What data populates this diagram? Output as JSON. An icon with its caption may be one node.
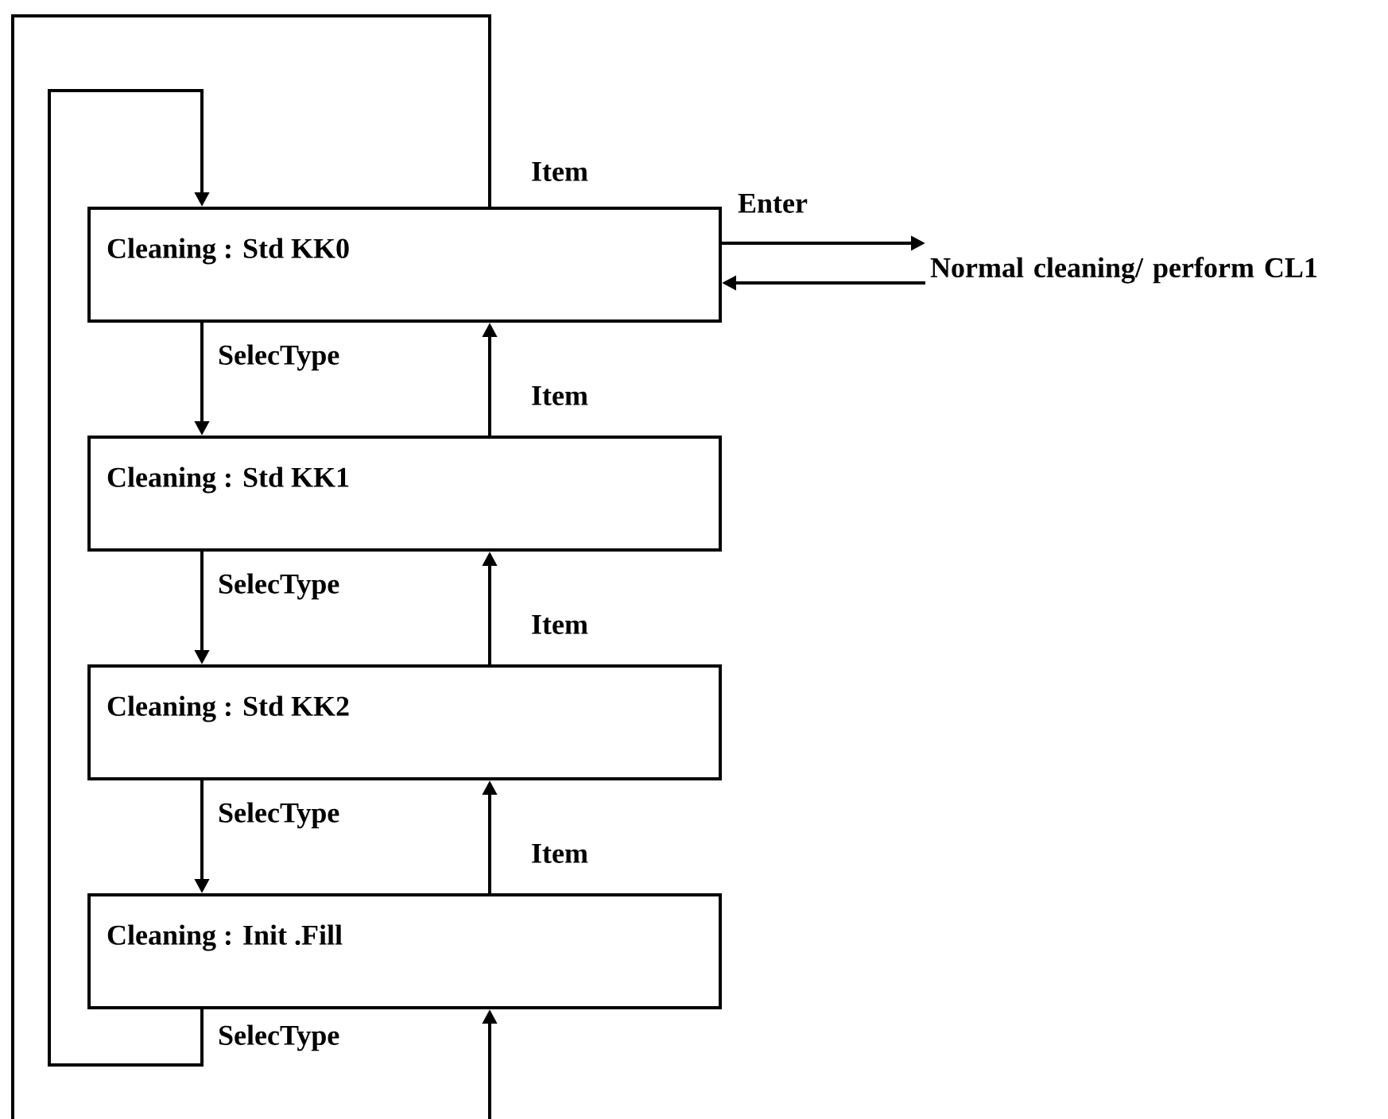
{
  "diagram": {
    "nodes": [
      {
        "text": [
          "Cleaning : Std KK0"
        ]
      },
      {
        "text": [
          "Cleaning : Std KK1"
        ]
      },
      {
        "text": [
          "Cleaning : Std KK2"
        ]
      },
      {
        "text": [
          "Cleaning : Init .Fill"
        ]
      },
      {
        "text": [
          "Normal cleaning/ perform CL1"
        ]
      }
    ],
    "edges": [
      {
        "from": 0,
        "to": 1,
        "arrow": "to",
        "label": "SelecType"
      },
      {
        "from": 1,
        "to": 0,
        "arrow": "to",
        "label": "Item"
      },
      {
        "from": 1,
        "to": 2,
        "arrow": "to",
        "label": "SelecType"
      },
      {
        "from": 2,
        "to": 1,
        "arrow": "to",
        "label": "Item"
      },
      {
        "from": 2,
        "to": 3,
        "arrow": "to",
        "label": "SelecType"
      },
      {
        "from": 3,
        "to": 2,
        "arrow": "to",
        "label": "Item"
      },
      {
        "from": 3,
        "to": 0,
        "arrow": "to",
        "label": "SelecType"
      },
      {
        "from": 0,
        "to": 3,
        "arrow": "to",
        "label": "Item"
      },
      {
        "from": 0,
        "to": 4,
        "arrow": "to",
        "label": "Enter"
      },
      {
        "from": 4,
        "to": 0,
        "arrow": "to"
      }
    ]
  }
}
